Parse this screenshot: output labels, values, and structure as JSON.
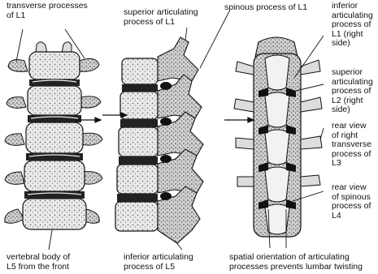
{
  "labels": {
    "transverse": "transverse processes\nof L1",
    "superior_l1": "superior articulating\nprocess of L1",
    "spinous_l1": "spinous process of L1",
    "inferior_l1": "inferior\narticulating\nprocess of\nL1 (right\nside)",
    "superior_l2": "superior\narticulating\nprocess of\nL2 (right\nside)",
    "rear_transverse_l3": "rear view\nof right\ntransverse\nprocess of\nL3",
    "rear_spinous_l4": "rear view\nof spinous\nprocess of\nL4",
    "vertebral_body": "vertebral body of\nL5 from the front",
    "inferior_l5": "inferior articulating\nprocess of L5",
    "spatial": "spatial orientation of articulating\nprocesses prevents lumbar twisting"
  },
  "colors": {
    "ink": "#111111",
    "bone_light": "#f2f2f2",
    "bone_mid": "#bdbdbd",
    "bone_dark": "#4a4a4a"
  }
}
